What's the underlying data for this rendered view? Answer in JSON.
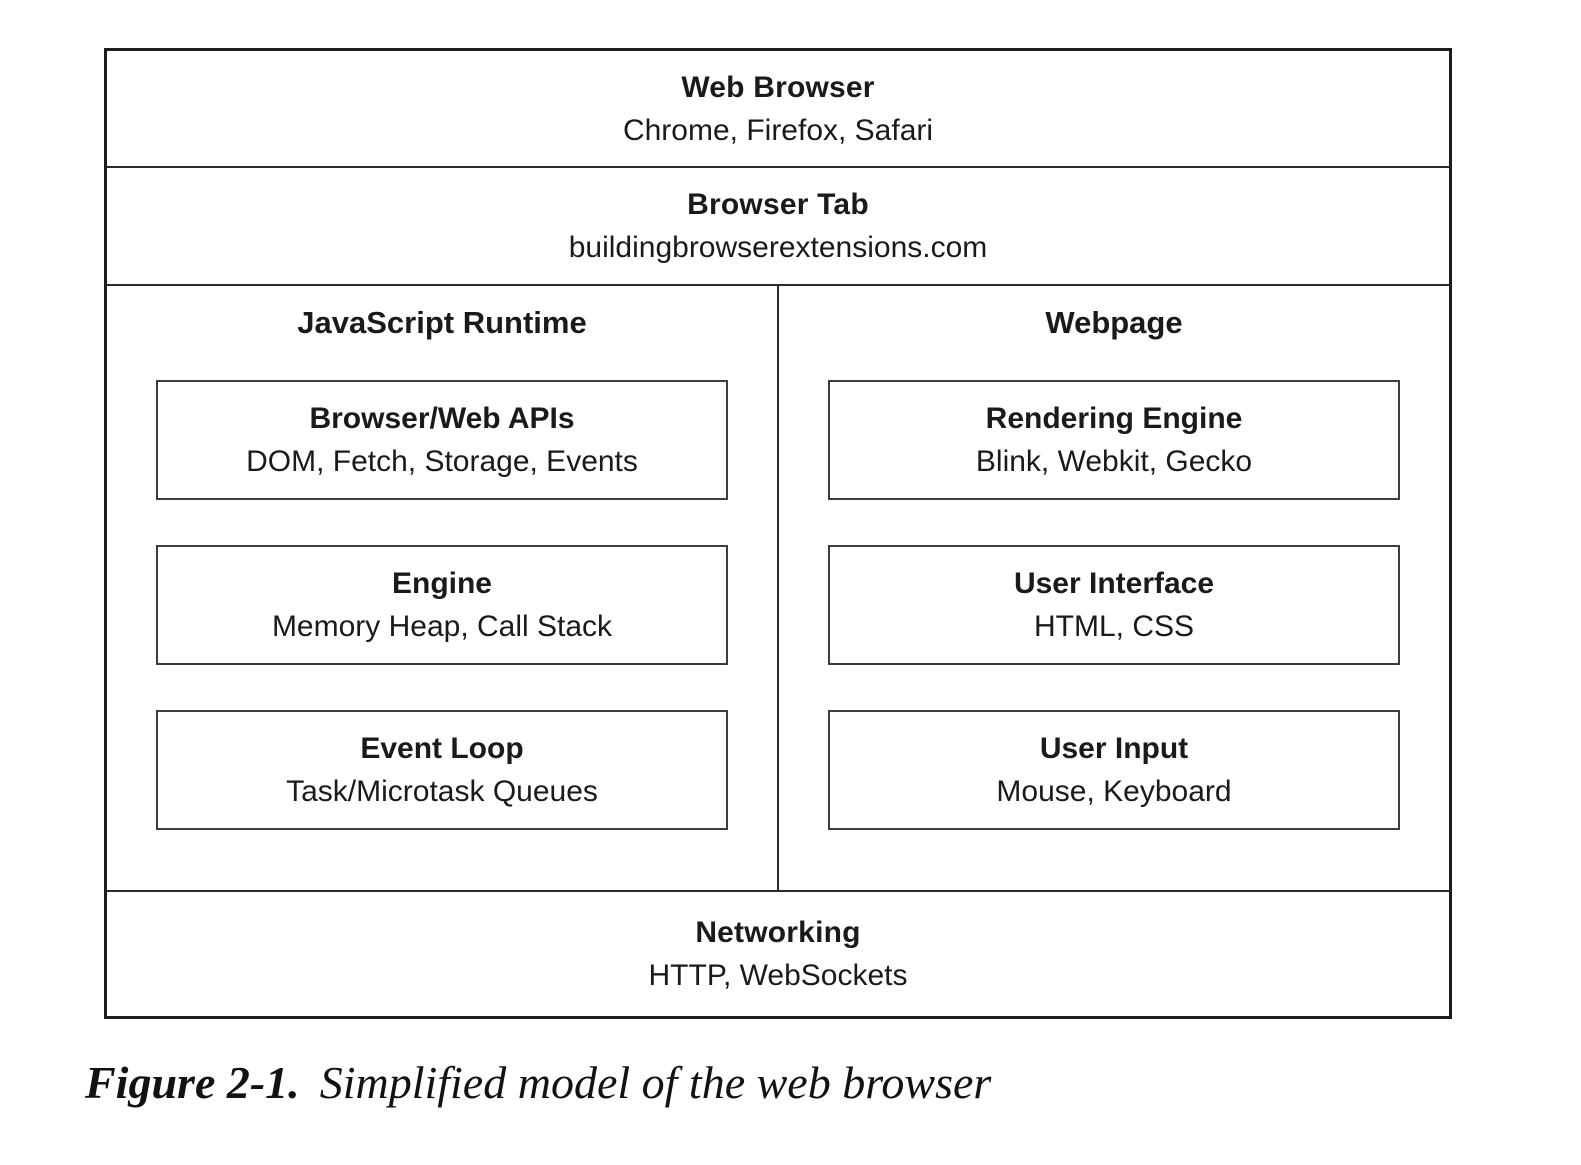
{
  "diagram": {
    "web_browser": {
      "title": "Web Browser",
      "subtitle": "Chrome, Firefox, Safari"
    },
    "browser_tab": {
      "title": "Browser Tab",
      "subtitle": "buildingbrowserextensions.com"
    },
    "columns": [
      {
        "heading": "JavaScript Runtime",
        "boxes": [
          {
            "title": "Browser/Web APIs",
            "subtitle": "DOM, Fetch, Storage, Events"
          },
          {
            "title": "Engine",
            "subtitle": "Memory Heap, Call Stack"
          },
          {
            "title": "Event Loop",
            "subtitle": "Task/Microtask Queues"
          }
        ]
      },
      {
        "heading": "Webpage",
        "boxes": [
          {
            "title": "Rendering Engine",
            "subtitle": "Blink, Webkit, Gecko"
          },
          {
            "title": "User Interface",
            "subtitle": "HTML, CSS"
          },
          {
            "title": "User Input",
            "subtitle": "Mouse, Keyboard"
          }
        ]
      }
    ],
    "networking": {
      "title": "Networking",
      "subtitle": "HTTP, WebSockets"
    }
  },
  "caption": {
    "label": "Figure 2-1.",
    "text": "Simplified model of the web browser"
  },
  "colors": {
    "background": "#ffffff",
    "text": "#1a1a1a",
    "outer_border": "#1c1c1c",
    "divider_border": "#2b2b2b",
    "inner_box_border": "#3d3d3d"
  }
}
